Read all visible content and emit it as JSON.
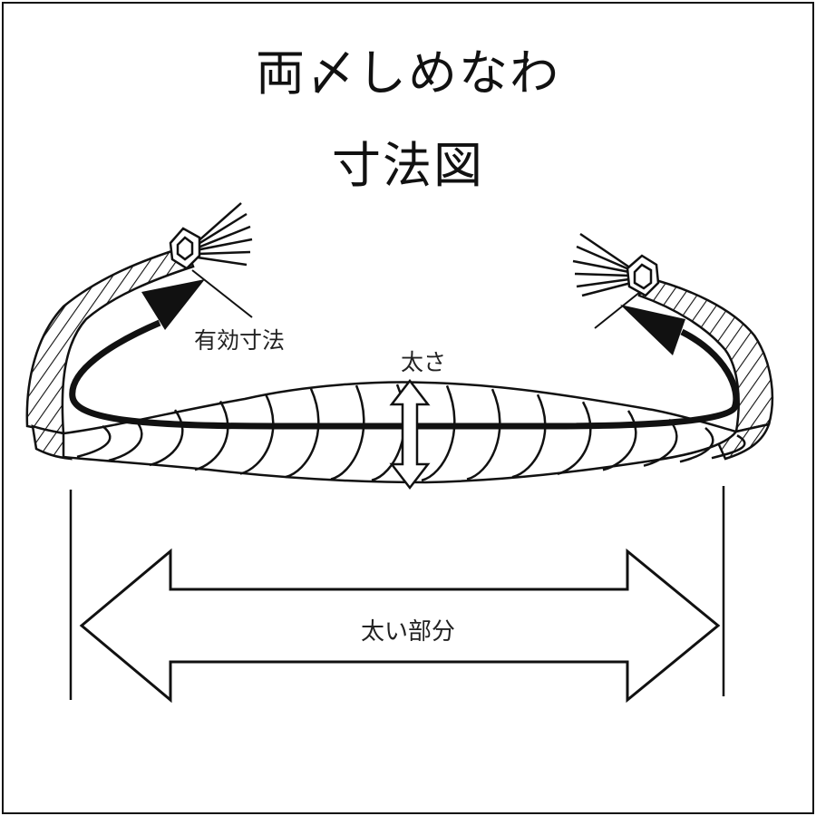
{
  "diagram": {
    "title_line1": "両〆しめなわ",
    "title_line2": "寸法図",
    "labels": {
      "effective_size": "有効寸法",
      "thickness": "太さ",
      "thick_part": "太い部分"
    },
    "colors": {
      "stroke": "#111111",
      "background": "#ffffff"
    }
  }
}
